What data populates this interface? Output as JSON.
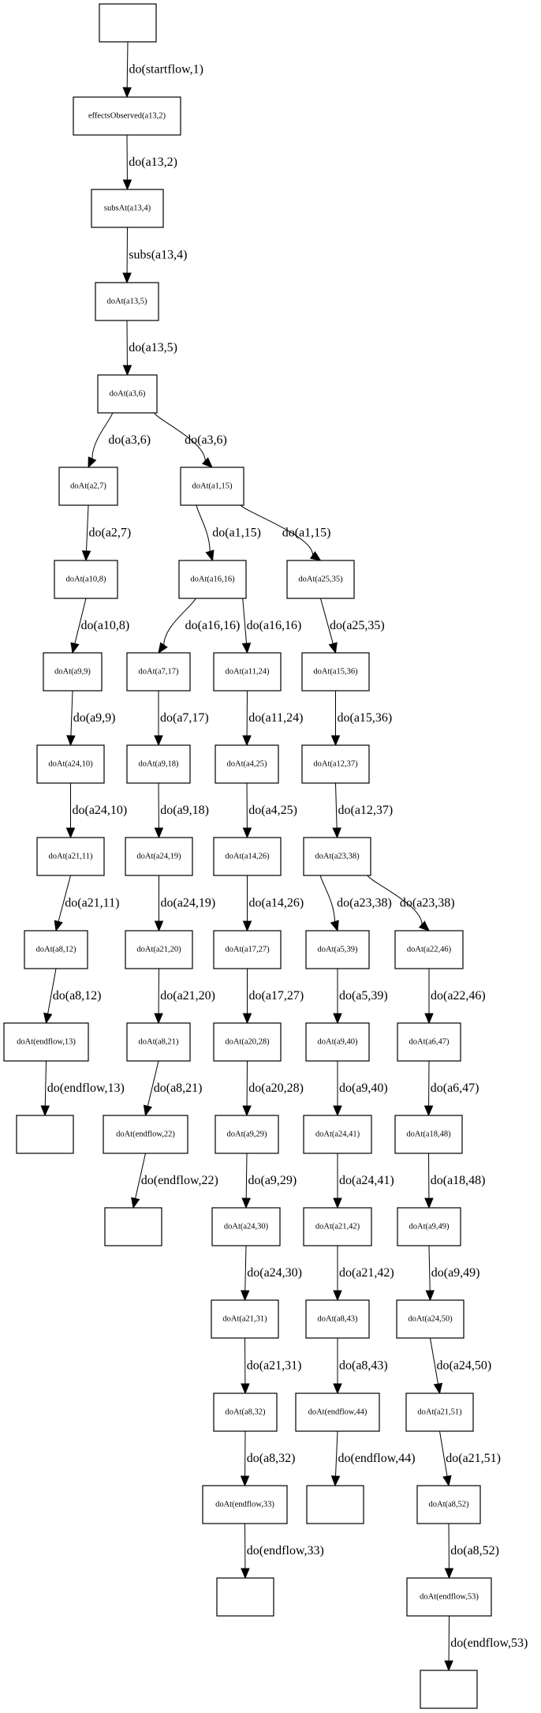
{
  "graph": {
    "title": "",
    "nodes": [
      {
        "id": "n0",
        "label": ""
      },
      {
        "id": "n1",
        "label": "effectsObserved(a13,2)"
      },
      {
        "id": "n2",
        "label": "subsAt(a13,4)"
      },
      {
        "id": "n3",
        "label": "doAt(a13,5)"
      },
      {
        "id": "n4",
        "label": "doAt(a3,6)"
      },
      {
        "id": "n5",
        "label": "doAt(a2,7)"
      },
      {
        "id": "n6",
        "label": "doAt(a1,15)"
      },
      {
        "id": "n7",
        "label": "doAt(a10,8)"
      },
      {
        "id": "n8",
        "label": "doAt(a16,16)"
      },
      {
        "id": "n9",
        "label": "doAt(a25,35)"
      },
      {
        "id": "n10",
        "label": "doAt(a9,9)"
      },
      {
        "id": "n11",
        "label": "doAt(a7,17)"
      },
      {
        "id": "n12",
        "label": "doAt(a11,24)"
      },
      {
        "id": "n13",
        "label": "doAt(a15,36)"
      },
      {
        "id": "n14",
        "label": "doAt(a24,10)"
      },
      {
        "id": "n15",
        "label": "doAt(a9,18)"
      },
      {
        "id": "n16",
        "label": "doAt(a4,25)"
      },
      {
        "id": "n17",
        "label": "doAt(a12,37)"
      },
      {
        "id": "n18",
        "label": "doAt(a21,11)"
      },
      {
        "id": "n19",
        "label": "doAt(a24,19)"
      },
      {
        "id": "n20",
        "label": "doAt(a14,26)"
      },
      {
        "id": "n21",
        "label": "doAt(a23,38)"
      },
      {
        "id": "n22",
        "label": "doAt(a8,12)"
      },
      {
        "id": "n23",
        "label": "doAt(a21,20)"
      },
      {
        "id": "n24",
        "label": "doAt(a17,27)"
      },
      {
        "id": "n25",
        "label": "doAt(a5,39)"
      },
      {
        "id": "n26",
        "label": "doAt(a22,46)"
      },
      {
        "id": "n27",
        "label": "doAt(endflow,13)"
      },
      {
        "id": "n28",
        "label": "doAt(a8,21)"
      },
      {
        "id": "n29",
        "label": "doAt(a20,28)"
      },
      {
        "id": "n30",
        "label": "doAt(a9,40)"
      },
      {
        "id": "n31",
        "label": "doAt(a6,47)"
      },
      {
        "id": "n32",
        "label": ""
      },
      {
        "id": "n33",
        "label": "doAt(endflow,22)"
      },
      {
        "id": "n34",
        "label": "doAt(a9,29)"
      },
      {
        "id": "n35",
        "label": "doAt(a24,41)"
      },
      {
        "id": "n36",
        "label": "doAt(a18,48)"
      },
      {
        "id": "n37",
        "label": ""
      },
      {
        "id": "n38",
        "label": "doAt(a24,30)"
      },
      {
        "id": "n39",
        "label": "doAt(a21,42)"
      },
      {
        "id": "n40",
        "label": "doAt(a9,49)"
      },
      {
        "id": "n41",
        "label": "doAt(a21,31)"
      },
      {
        "id": "n42",
        "label": "doAt(a8,43)"
      },
      {
        "id": "n43",
        "label": "doAt(a24,50)"
      },
      {
        "id": "n44",
        "label": "doAt(a8,32)"
      },
      {
        "id": "n45",
        "label": "doAt(endflow,44)"
      },
      {
        "id": "n46",
        "label": "doAt(a21,51)"
      },
      {
        "id": "n47",
        "label": "doAt(endflow,33)"
      },
      {
        "id": "n48",
        "label": ""
      },
      {
        "id": "n49",
        "label": "doAt(a8,52)"
      },
      {
        "id": "n50",
        "label": ""
      },
      {
        "id": "n51",
        "label": "doAt(endflow,53)"
      },
      {
        "id": "n52",
        "label": ""
      }
    ],
    "edges": [
      {
        "from": "n0",
        "to": "n1",
        "label": "do(startflow,1)"
      },
      {
        "from": "n1",
        "to": "n2",
        "label": "do(a13,2)"
      },
      {
        "from": "n2",
        "to": "n3",
        "label": "subs(a13,4)"
      },
      {
        "from": "n3",
        "to": "n4",
        "label": "do(a13,5)"
      },
      {
        "from": "n4",
        "to": "n5",
        "label": "do(a3,6)"
      },
      {
        "from": "n4",
        "to": "n6",
        "label": "do(a3,6)"
      },
      {
        "from": "n5",
        "to": "n7",
        "label": "do(a2,7)"
      },
      {
        "from": "n6",
        "to": "n8",
        "label": "do(a1,15)"
      },
      {
        "from": "n6",
        "to": "n9",
        "label": "do(a1,15)"
      },
      {
        "from": "n7",
        "to": "n10",
        "label": "do(a10,8)"
      },
      {
        "from": "n8",
        "to": "n11",
        "label": "do(a16,16)"
      },
      {
        "from": "n8",
        "to": "n12",
        "label": "do(a16,16)"
      },
      {
        "from": "n9",
        "to": "n13",
        "label": "do(a25,35)"
      },
      {
        "from": "n10",
        "to": "n14",
        "label": "do(a9,9)"
      },
      {
        "from": "n11",
        "to": "n15",
        "label": "do(a7,17)"
      },
      {
        "from": "n12",
        "to": "n16",
        "label": "do(a11,24)"
      },
      {
        "from": "n13",
        "to": "n17",
        "label": "do(a15,36)"
      },
      {
        "from": "n14",
        "to": "n18",
        "label": "do(a24,10)"
      },
      {
        "from": "n15",
        "to": "n19",
        "label": "do(a9,18)"
      },
      {
        "from": "n16",
        "to": "n20",
        "label": "do(a4,25)"
      },
      {
        "from": "n17",
        "to": "n21",
        "label": "do(a12,37)"
      },
      {
        "from": "n18",
        "to": "n22",
        "label": "do(a21,11)"
      },
      {
        "from": "n19",
        "to": "n23",
        "label": "do(a24,19)"
      },
      {
        "from": "n20",
        "to": "n24",
        "label": "do(a14,26)"
      },
      {
        "from": "n21",
        "to": "n25",
        "label": "do(a23,38)"
      },
      {
        "from": "n21",
        "to": "n26",
        "label": "do(a23,38)"
      },
      {
        "from": "n22",
        "to": "n27",
        "label": "do(a8,12)"
      },
      {
        "from": "n23",
        "to": "n28",
        "label": "do(a21,20)"
      },
      {
        "from": "n24",
        "to": "n29",
        "label": "do(a17,27)"
      },
      {
        "from": "n25",
        "to": "n30",
        "label": "do(a5,39)"
      },
      {
        "from": "n26",
        "to": "n31",
        "label": "do(a22,46)"
      },
      {
        "from": "n27",
        "to": "n32",
        "label": "do(endflow,13)"
      },
      {
        "from": "n28",
        "to": "n33",
        "label": "do(a8,21)"
      },
      {
        "from": "n29",
        "to": "n34",
        "label": "do(a20,28)"
      },
      {
        "from": "n30",
        "to": "n35",
        "label": "do(a9,40)"
      },
      {
        "from": "n31",
        "to": "n36",
        "label": "do(a6,47)"
      },
      {
        "from": "n33",
        "to": "n37",
        "label": "do(endflow,22)"
      },
      {
        "from": "n34",
        "to": "n38",
        "label": "do(a9,29)"
      },
      {
        "from": "n35",
        "to": "n39",
        "label": "do(a24,41)"
      },
      {
        "from": "n36",
        "to": "n40",
        "label": "do(a18,48)"
      },
      {
        "from": "n38",
        "to": "n41",
        "label": "do(a24,30)"
      },
      {
        "from": "n39",
        "to": "n42",
        "label": "do(a21,42)"
      },
      {
        "from": "n40",
        "to": "n43",
        "label": "do(a9,49)"
      },
      {
        "from": "n41",
        "to": "n44",
        "label": "do(a21,31)"
      },
      {
        "from": "n42",
        "to": "n45",
        "label": "do(a8,43)"
      },
      {
        "from": "n43",
        "to": "n46",
        "label": "do(a24,50)"
      },
      {
        "from": "n44",
        "to": "n47",
        "label": "do(a8,32)"
      },
      {
        "from": "n45",
        "to": "n48",
        "label": "do(endflow,44)"
      },
      {
        "from": "n46",
        "to": "n49",
        "label": "do(a21,51)"
      },
      {
        "from": "n47",
        "to": "n50",
        "label": "do(endflow,33)"
      },
      {
        "from": "n49",
        "to": "n51",
        "label": "do(a8,52)"
      },
      {
        "from": "n51",
        "to": "n52",
        "label": "do(endflow,53)"
      }
    ]
  }
}
